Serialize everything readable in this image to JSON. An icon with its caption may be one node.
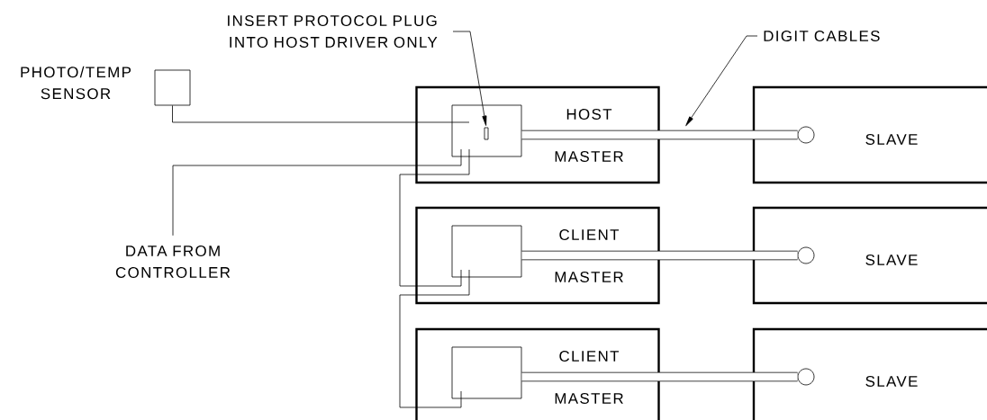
{
  "diagram": {
    "nodes": [
      {
        "text": [
          "INSERT PROTOCOL PLUG INTO HOST DRIVER ONLY"
        ]
      },
      {
        "text": [
          "DIGIT CABLES"
        ]
      },
      {
        "text": [],
        "shape": "box",
        "beside": [
          "PHOTO/TEMP SENSOR"
        ]
      },
      {
        "text": [
          "DATA FROM CONTROLLER"
        ]
      },
      {
        "text": [
          "HOST",
          "MASTER"
        ]
      },
      {
        "text": [],
        "shape": "box",
        "in": 4
      },
      {
        "text": [],
        "shape": "box",
        "in": 5
      },
      {
        "text": [
          "SLAVE"
        ]
      },
      {
        "text": [],
        "shape": "circle",
        "in": 7
      },
      {
        "text": [
          "CLIENT",
          "MASTER"
        ]
      },
      {
        "text": [],
        "shape": "box",
        "in": 9
      },
      {
        "text": [
          "SLAVE"
        ]
      },
      {
        "text": [],
        "shape": "circle",
        "in": 11
      },
      {
        "text": [
          "CLIENT",
          "MASTER"
        ]
      },
      {
        "text": [],
        "shape": "box",
        "in": 13
      },
      {
        "text": [
          "SLAVE"
        ]
      },
      {
        "text": [],
        "shape": "circle",
        "in": 15
      }
    ],
    "edges": [
      {
        "from": 0,
        "to": 6,
        "arrow": "to"
      },
      {
        "from": 1,
        "to": null,
        "arrow": "to"
      },
      {
        "from": 2,
        "to": 5,
        "arrow": "none"
      },
      {
        "from": 3,
        "to": 5,
        "arrow": "none"
      },
      {
        "from": 5,
        "to": 8,
        "arrow": "none",
        "style": "thick"
      },
      {
        "from": 10,
        "to": 12,
        "arrow": "none",
        "style": "thick"
      },
      {
        "from": 14,
        "to": 16,
        "arrow": "none",
        "style": "thick"
      },
      {
        "from": 5,
        "to": 10,
        "arrow": "none"
      },
      {
        "from": 10,
        "to": 14,
        "arrow": "none"
      }
    ]
  }
}
